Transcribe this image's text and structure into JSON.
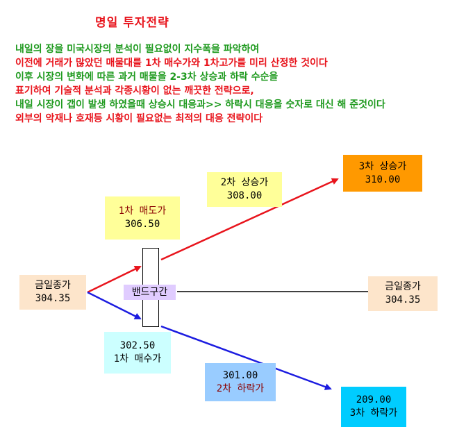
{
  "title": "명일 투자전략",
  "description": [
    {
      "text": "내일의 장을 미국시장의 분석이 필요없이 지수폭을 파악하여",
      "color": "#1f9a1f"
    },
    {
      "text": "이전에 거래가 많았던 매물대를 1차 매수가와 1차고가를 미리 산정한 것이다",
      "color": "#e8141c"
    },
    {
      "text": "이후 시장의 변화에 따른 과거 매물을 2-3차 상승과 하락 수순을",
      "color": "#1f9a1f"
    },
    {
      "text": "표기하여 기술적  분석과 각종시황이 없는 깨끗한 전략으로,",
      "color": "#e8141c"
    },
    {
      "text": "내일 시장이 갭이 발생 하였을때 상승시 대응과>> 하락시 대응을 숫자로 대신 해 준것이다",
      "color": "#1f9a1f"
    },
    {
      "text": "외부의 악재나 호재등  시황이 필요없는 최적의 대응 전략이다",
      "color": "#e8141c"
    }
  ],
  "diagram": {
    "prev_close_left": {
      "label": "금일종가",
      "value": "304.35"
    },
    "prev_close_right": {
      "label": "금일종가",
      "value": "304.35"
    },
    "first_sell": {
      "label": "1차 매도가",
      "value": "306.50"
    },
    "second_rise": {
      "label": "2차 상승가",
      "value": "308.00"
    },
    "third_rise": {
      "label": "3차 상승가",
      "value": "310.00"
    },
    "first_buy": {
      "label": "1차 매수가",
      "value": "302.50"
    },
    "second_fall": {
      "label": "2차 하락가",
      "value": "301.00"
    },
    "third_fall": {
      "label": "3차 하락가",
      "value": "209.00"
    },
    "band": {
      "label": "밴드구간"
    }
  },
  "colors": {
    "rise_arrow": "#e8141c",
    "fall_arrow": "#1c1ce0",
    "flat_line": "#000000"
  }
}
